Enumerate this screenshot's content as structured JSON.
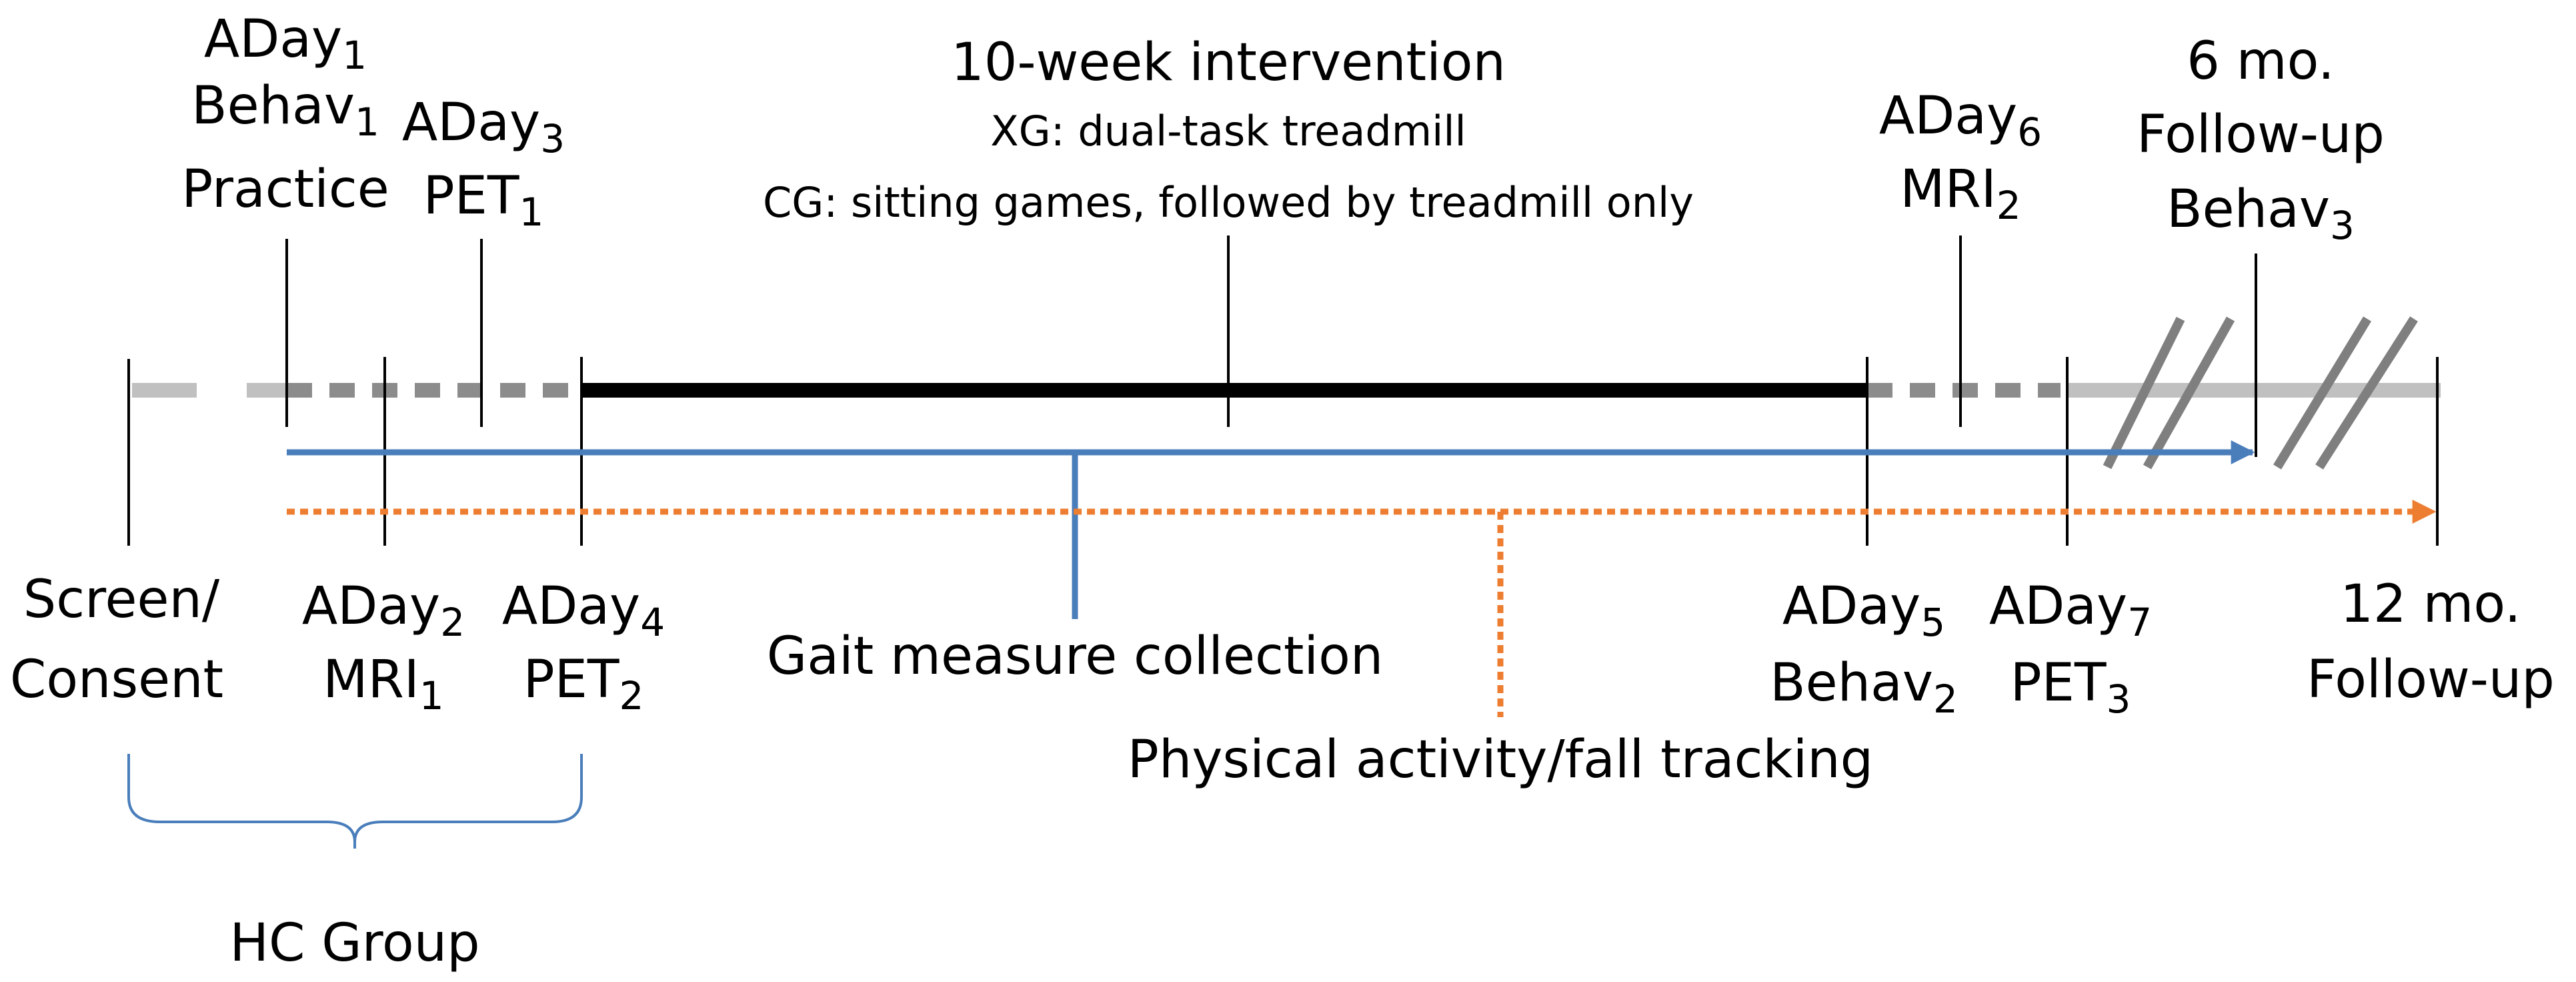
{
  "labels": {
    "aday1": {
      "base": "ADay",
      "sub": "1"
    },
    "behav1": {
      "base": "Behav",
      "sub": "1"
    },
    "practice": "Practice",
    "aday3": {
      "base": "ADay",
      "sub": "3"
    },
    "pet1": {
      "base": "PET",
      "sub": "1"
    },
    "intervention_title": "10-week intervention",
    "xg_desc": "XG: dual-task treadmill",
    "cg_desc": "CG: sitting games, followed by treadmill only",
    "aday6": {
      "base": "ADay",
      "sub": "6"
    },
    "mri2": {
      "base": "MRI",
      "sub": "2"
    },
    "six_mo_line1": "6 mo.",
    "six_mo_line2": "Follow-up",
    "behav3": {
      "base": "Behav",
      "sub": "3"
    },
    "screen": "Screen/",
    "consent": "Consent",
    "aday2": {
      "base": "ADay",
      "sub": "2"
    },
    "mri1": {
      "base": "MRI",
      "sub": "1"
    },
    "aday4": {
      "base": "ADay",
      "sub": "4"
    },
    "pet2": {
      "base": "PET",
      "sub": "2"
    },
    "gait": "Gait measure collection",
    "aday5": {
      "base": "ADay",
      "sub": "5"
    },
    "behav2": {
      "base": "Behav",
      "sub": "2"
    },
    "aday7": {
      "base": "ADay",
      "sub": "7"
    },
    "pet3": {
      "base": "PET",
      "sub": "3"
    },
    "twelve_mo_line1": "12 mo.",
    "twelve_mo_line2": "Follow-up",
    "physical": "Physical activity/fall tracking",
    "hc_group": "HC Group"
  },
  "colors": {
    "timeline_light": "#c0c0c0",
    "timeline_dashed": "#8c8c8c",
    "intervention_bar": "#000000",
    "gait_arrow": "#4a7ebb",
    "tracking_arrow": "#ed7d31",
    "brace": "#4a7ebb",
    "ticks": "#000000"
  }
}
